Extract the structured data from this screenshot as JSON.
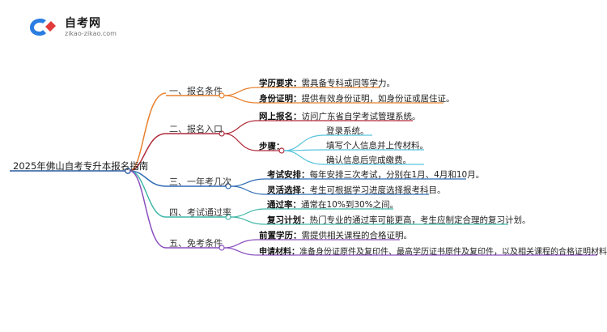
{
  "logo": {
    "title": "自考网",
    "url": "zikao-zikao.com",
    "colors": {
      "blue": "#2a7de1",
      "red": "#e23b3b"
    }
  },
  "root": "2025年佛山自考专升本报名指南",
  "branches": [
    {
      "label": "一、报名条件",
      "color": "#e8812e",
      "leaves": [
        {
          "key": "学历要求",
          "text": "需具备专科或同等学力。"
        },
        {
          "key": "身份证明",
          "text": "提供有效身份证明，如身份证或居住证。"
        }
      ]
    },
    {
      "label": "二、报名入口",
      "color": "#b02a3a",
      "leaves": [
        {
          "key": "网上报名",
          "text": "访问广东省自学考试管理系统。"
        },
        {
          "key": "步骤",
          "text": ""
        }
      ],
      "steps": [
        "登录系统。",
        "填写个人信息并上传材料。",
        "确认信息后完成缴费。"
      ],
      "steps_color": "#f0b429"
    },
    {
      "label": "三、一年考几次",
      "color": "#2f6db5",
      "leaves": [
        {
          "key": "考试安排",
          "text": "每年安排三次考试，分别在1月、4月和10月。"
        },
        {
          "key": "灵活选择",
          "text": "考生可根据学习进度选择报考科目。"
        }
      ]
    },
    {
      "label": "四、考试通过率",
      "color": "#3fb8a8",
      "leaves": [
        {
          "key": "通过率",
          "text": "通常在10%到30%之间。"
        },
        {
          "key": "复习计划",
          "text": "热门专业的通过率可能更高，考生应制定合理的复习计划。"
        }
      ]
    },
    {
      "label": "五、免考条件",
      "color": "#8a4fbf",
      "leaves": [
        {
          "key": "前置学历",
          "text": "需提供相关课程的合格证明。"
        },
        {
          "key": "申请材料",
          "text": "准备身份证原件及复印件、最高学历证书原件及复印件，以及相关课程的合格证明材料。"
        }
      ]
    }
  ],
  "colors": {
    "root_line": "#2a5aa0",
    "steps_leaf_line": "#58c4dd"
  }
}
